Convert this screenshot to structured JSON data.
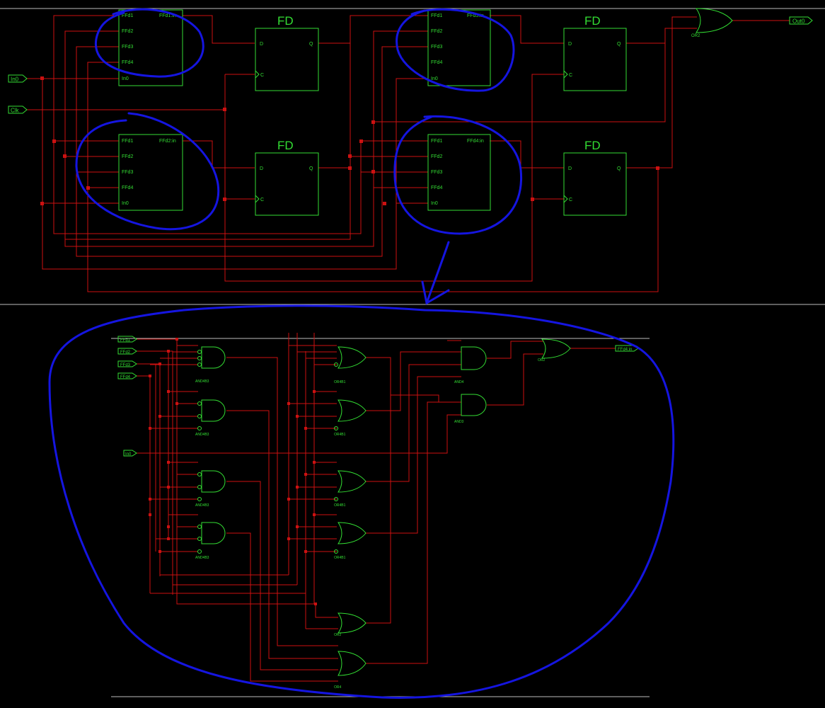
{
  "top": {
    "ports_in": [
      "In0",
      "Clk"
    ],
    "port_out": "Out0",
    "blocks": [
      {
        "pins": [
          "FFd1",
          "FFd2",
          "FFd3",
          "FFd4",
          "In0"
        ],
        "out": "FFd1:in"
      },
      {
        "pins": [
          "FFd1",
          "FFd2",
          "FFd3",
          "FFd4",
          "In0"
        ],
        "out": "FFd2:in"
      },
      {
        "pins": [
          "FFd1",
          "FFd2",
          "FFd3",
          "FFd4",
          "In0"
        ],
        "out": "FFd3:in"
      },
      {
        "pins": [
          "FFd1",
          "FFd2",
          "FFd3",
          "FFd4",
          "In0"
        ],
        "out": "FFd4:in"
      }
    ],
    "flipflop": {
      "title": "FD",
      "pin_d": "D",
      "pin_c": "C",
      "pin_q": "Q"
    },
    "or_gate": "OR2"
  },
  "bottom": {
    "ports_in": [
      "FFd1",
      "FFd2",
      "FFd3",
      "FFd4",
      "In0"
    ],
    "port_out": "FFd4:in",
    "gates": {
      "and4b3": "AND4B3",
      "or4b1": "OR4B1",
      "and4": "AND4",
      "and3": "AND3",
      "or2": "OR2",
      "or4": "OR4"
    }
  },
  "colors": {
    "wire": "#cc1111",
    "component": "#33dd33",
    "annotation": "#1515e0",
    "background": "#000000"
  }
}
